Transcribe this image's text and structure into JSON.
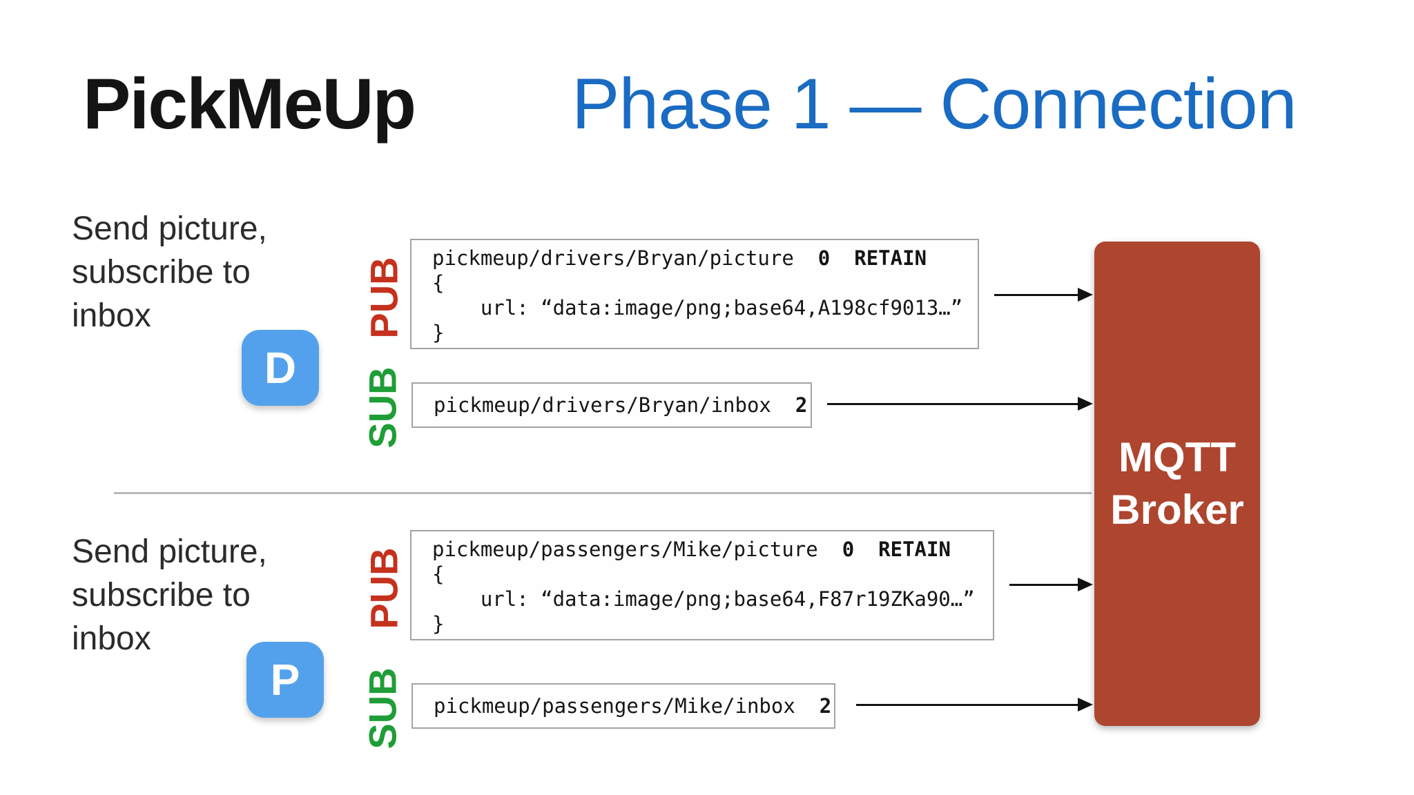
{
  "slide": {
    "app_title": "PickMeUp",
    "phase_title": "Phase 1 — Connection"
  },
  "colors": {
    "phase_title_blue": "#1a6bc2",
    "pub_red": "#c5311d",
    "sub_green": "#1f9d37",
    "badge_blue": "#53a1ec",
    "broker_red": "#ae452f"
  },
  "broker": {
    "line1": "MQTT",
    "line2": "Broker"
  },
  "sections": [
    {
      "role": "driver",
      "description": "Send picture,\nsubscribe to\ninbox",
      "badge_letter": "D",
      "pub": {
        "label": "PUB",
        "topic": "pickmeup/drivers/Bryan/picture",
        "qos": "0",
        "retain": "RETAIN",
        "brace_open": "{",
        "payload_line": "    url: “data:image/png;base64,A198cf9013…”",
        "brace_close": "}"
      },
      "sub": {
        "label": "SUB",
        "topic": "pickmeup/drivers/Bryan/inbox",
        "qos": "2"
      }
    },
    {
      "role": "passenger",
      "description": "Send picture,\nsubscribe to\ninbox",
      "badge_letter": "P",
      "pub": {
        "label": "PUB",
        "topic": "pickmeup/passengers/Mike/picture",
        "qos": "0",
        "retain": "RETAIN",
        "brace_open": "{",
        "payload_line": "    url: “data:image/png;base64,F87r19ZKa90…”",
        "brace_close": "}"
      },
      "sub": {
        "label": "SUB",
        "topic": "pickmeup/passengers/Mike/inbox",
        "qos": "2"
      }
    }
  ]
}
